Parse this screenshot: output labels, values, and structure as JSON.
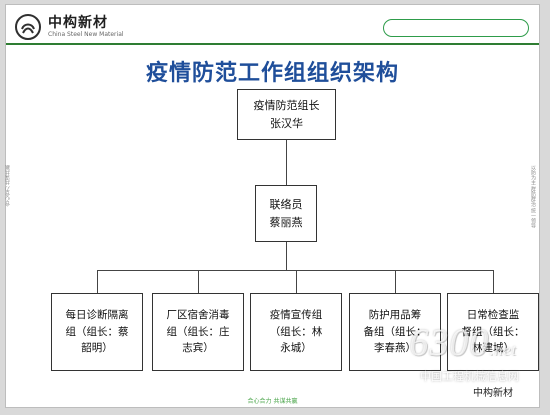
{
  "page": {
    "title": "疫情防范工作组组织架构",
    "brand_name": "中构新材",
    "brand_sub": "China Steel New Material",
    "side_left": "合心合力 共谋共赢",
    "side_right": "以防为主 群防群治 统一领导",
    "footer": "合心合力 共谋共赢"
  },
  "diagram": {
    "top": {
      "role": "疫情防范组长",
      "name": "张汉华"
    },
    "middle": {
      "role": "联络员",
      "name": "蔡丽燕"
    },
    "bottom": [
      {
        "line1": "每日诊断隔离",
        "line2": "组（组长：蔡",
        "line3": "韶明）"
      },
      {
        "line1": "厂区宿舍消毒",
        "line2": "组（组长：庄",
        "line3": "志宾）"
      },
      {
        "line1": "疫情宣传组",
        "line2": "（组长：林",
        "line3": "永城）"
      },
      {
        "line1": "防护用品筹",
        "line2": "备组（组长：",
        "line3": "李春燕）"
      },
      {
        "line1": "日常检查监",
        "line2": "督组（组长：",
        "line3": "林建城）"
      }
    ]
  },
  "watermark": {
    "big": "6300",
    "net": ".net",
    "cn": "中国工程机械信息网",
    "logo": "中构新材"
  },
  "colors": {
    "accent": "#1f4e9a",
    "green": "#2e9c4a"
  }
}
